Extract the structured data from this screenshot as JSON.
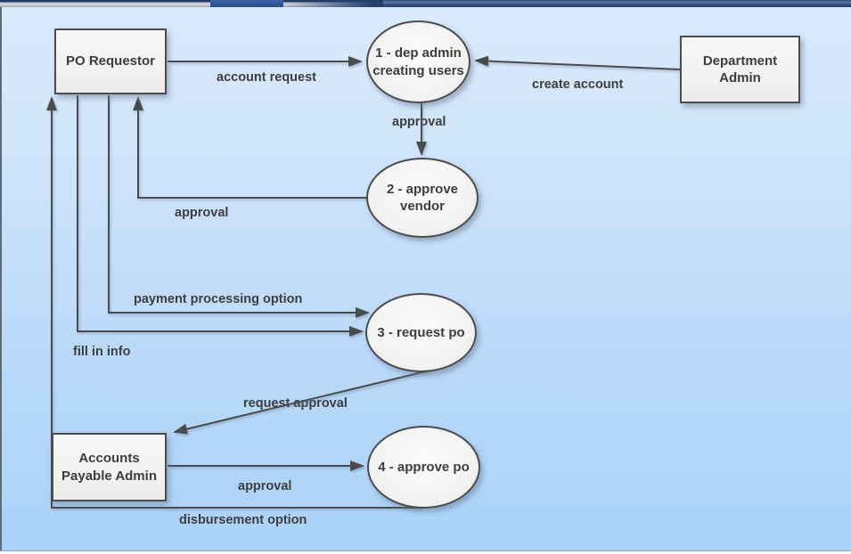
{
  "diagram": {
    "external_entities": [
      {
        "id": "po-requestor",
        "label": "PO Requestor"
      },
      {
        "id": "department-admin",
        "label": "Department Admin"
      },
      {
        "id": "accounts-payable-admin",
        "label": "Accounts Payable Admin"
      }
    ],
    "processes": [
      {
        "id": "process-1",
        "label": "1 - dep admin creating users"
      },
      {
        "id": "process-2",
        "label": "2 - approve vendor"
      },
      {
        "id": "process-3",
        "label": "3 - request po"
      },
      {
        "id": "process-4",
        "label": "4 - approve po"
      }
    ],
    "flows": [
      {
        "label": "account request",
        "from": "PO Requestor",
        "to": "1 - dep admin creating users"
      },
      {
        "label": "create account",
        "from": "Department Admin",
        "to": "1 - dep admin creating users"
      },
      {
        "label": "approval",
        "from": "1 - dep admin creating users",
        "to": "2 - approve vendor"
      },
      {
        "label": "approval",
        "from": "2 - approve vendor",
        "to": "PO Requestor"
      },
      {
        "label": "payment processing option",
        "from": "PO Requestor",
        "to": "3 - request po"
      },
      {
        "label": "fill in info",
        "from": "PO Requestor",
        "to": "3 - request po"
      },
      {
        "label": "request approval",
        "from": "3 - request po",
        "to": "Accounts Payable Admin"
      },
      {
        "label": "approval",
        "from": "Accounts Payable Admin",
        "to": "4 - approve po"
      },
      {
        "label": "disbursement option",
        "from": "4 - approve po",
        "to": "PO Requestor"
      }
    ],
    "colors": {
      "canvas_top": "#d9eafc",
      "canvas_bottom": "#a9d3f8",
      "node_fill": "#f3f3f1",
      "node_border": "#4c4c4c",
      "connector": "#4c4c4c",
      "label_text": "#3e3e3e",
      "topbar_navy": "#24416e",
      "topbar_blue": "#2f5496"
    }
  }
}
